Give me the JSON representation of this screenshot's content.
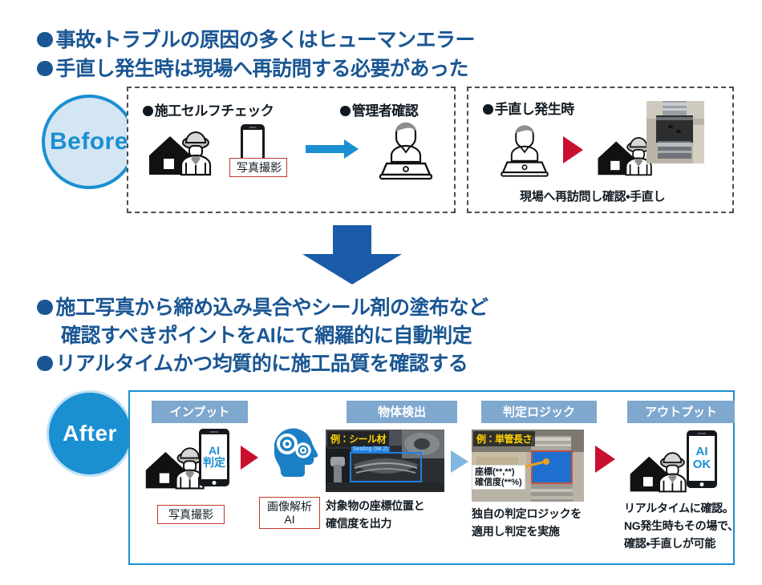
{
  "headlines": {
    "before_1": "事故・トラブルの原因の多くはヒューマンエラー",
    "before_2": "手直し発生時は現場へ再訪問する必要があった",
    "after_1a": "施工写真から締め込み具合やシール剤の塗布など",
    "after_1b": "確認すべきポイントをAIにて網羅的に自動判定",
    "after_2": "リアルタイムかつ均質的に施工品質を確認する"
  },
  "stamps": {
    "before": "Before",
    "after": "After"
  },
  "before": {
    "panel_left_title": "施工セルフチェック",
    "panel_mid_title": "管理者確認",
    "panel_right_title": "手直し発生時",
    "photo_caption": "写真撮影",
    "revisit_caption": "現場へ再訪問し確認・手直し"
  },
  "after": {
    "chips": [
      {
        "label": "インプット"
      },
      {
        "label": "物体検出"
      },
      {
        "label": "判定ロジック"
      },
      {
        "label": "アウトプット"
      }
    ],
    "input": {
      "phone_line1": "AI",
      "phone_line2": "判定",
      "caption": "写真撮影"
    },
    "analysis": {
      "box_line1": "画像解析",
      "box_line2": "AI"
    },
    "detection": {
      "photo_label": "例：シール材",
      "bbox_tag": "Sealing (98.2)",
      "caption_line1": "対象物の座標位置と",
      "caption_line2": "確信度を出力"
    },
    "logic": {
      "photo_label": "例：単管長さ",
      "callout_line1": "座標(**,**)",
      "callout_line2": "確信度(**%)",
      "caption_line1": "独自の判定ロジックを",
      "caption_line2": "適用し判定を実施"
    },
    "output": {
      "phone_line1": "AI",
      "phone_line2": "OK",
      "caption_line1": "リアルタイムに確認。",
      "caption_line2": "NG発生時もその場で、",
      "caption_line3": "確認・手直しが可能"
    }
  },
  "colors": {
    "headline_blue": "#1a5693",
    "accent_blue": "#1a8fd1",
    "arrow_blue": "#1a5ca8",
    "chip_blue": "#7fa8cf",
    "red": "#c8102e",
    "redbox_border": "#c0392b",
    "label_yellow": "#ffd400"
  }
}
